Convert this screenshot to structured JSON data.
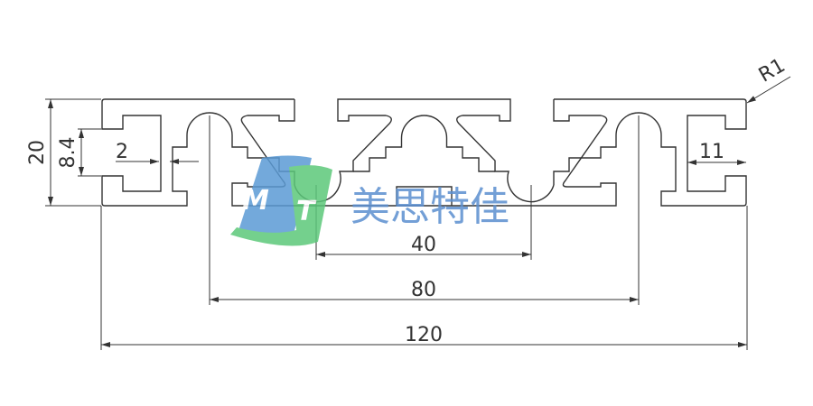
{
  "drawing": {
    "title": "Aluminum extrusion profile cross-section",
    "dimensions": {
      "overall_width": "120",
      "slot_pitch_outer": "80",
      "slot_pitch_inner": "40",
      "height": "20",
      "slot_opening": "8.4",
      "wall_thickness": "2",
      "end_depth": "11",
      "corner_radius": "R1"
    }
  },
  "watermark": {
    "logo_letters": "MT",
    "company_name": "美思特佳",
    "colors": {
      "blue": "#5b9bd5",
      "green": "#5cc87a",
      "text": "#5b8fd0"
    }
  }
}
